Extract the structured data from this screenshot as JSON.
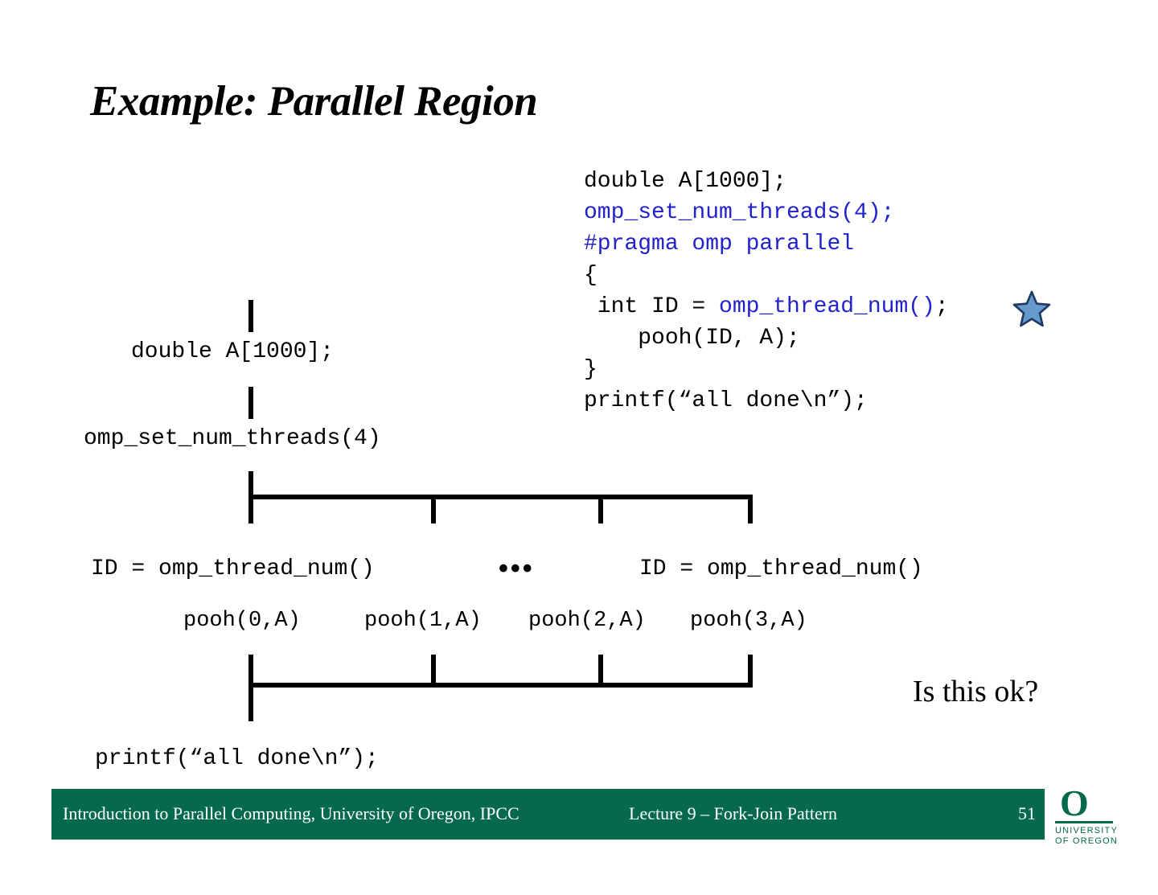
{
  "slide": {
    "title": "Example: Parallel Region",
    "annotation": "Is this ok?"
  },
  "code_listing": {
    "lines": [
      {
        "segments": [
          {
            "text": "double A[1000];",
            "style": "plain"
          }
        ]
      },
      {
        "segments": [
          {
            "text": "omp_set_num_threads(4);",
            "style": "keyword"
          }
        ]
      },
      {
        "segments": [
          {
            "text": "#pragma omp parallel",
            "style": "keyword"
          }
        ]
      },
      {
        "segments": [
          {
            "text": "{",
            "style": "plain"
          }
        ]
      },
      {
        "segments": [
          {
            "text": " int ID = ",
            "style": "plain"
          },
          {
            "text": "omp_thread_num()",
            "style": "keyword"
          },
          {
            "text": ";",
            "style": "plain"
          }
        ]
      },
      {
        "segments": [
          {
            "text": "    pooh(ID, A);",
            "style": "plain"
          }
        ]
      },
      {
        "segments": [
          {
            "text": "}",
            "style": "plain"
          }
        ]
      },
      {
        "segments": [
          {
            "text": "printf(“all done\\n”);",
            "style": "plain"
          }
        ]
      }
    ],
    "star_marker_line": 5
  },
  "diagram": {
    "type": "fork-join",
    "labels": {
      "sequential_decl": "double A[1000];",
      "set_threads": "omp_set_num_threads(4)",
      "thread_id_left": "ID = omp_thread_num()",
      "thread_id_right": "ID = omp_thread_num()",
      "ellipsis": "•••",
      "pooh_0": "pooh(0,A)",
      "pooh_1": "pooh(1,A)",
      "pooh_2": "pooh(2,A)",
      "pooh_3": "pooh(3,A)",
      "final_printf": "printf(“all done\\n”);"
    },
    "thread_count": 4
  },
  "footer": {
    "left": "Introduction to Parallel Computing, University of Oregon, IPCC",
    "center": "Lecture 9 – Fork-Join Pattern",
    "page": "51",
    "background_color": "#046A4B"
  },
  "logo": {
    "mark": "O",
    "line1": "UNIVERSITY",
    "line2": "OF OREGON",
    "color": "#046A4B"
  },
  "colors": {
    "code_keyword_blue": "#2222CC",
    "star_fill": "#6699CC",
    "star_stroke": "#1F3864",
    "diagram_black": "#000000"
  }
}
